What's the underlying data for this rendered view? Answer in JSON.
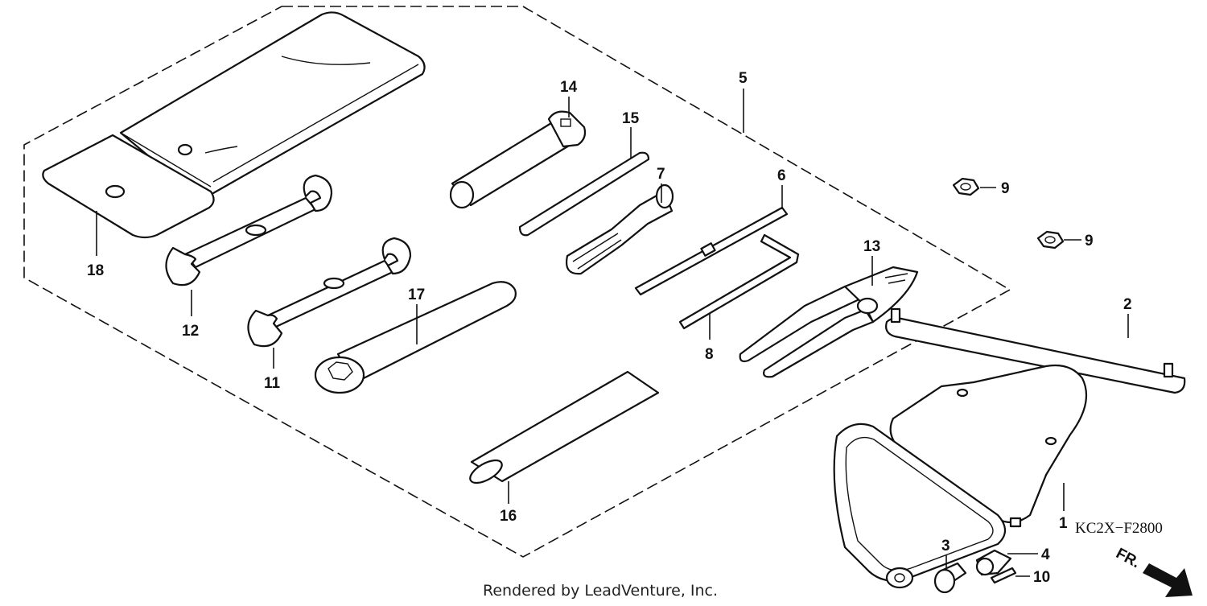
{
  "labels": {
    "p1": "1",
    "p2": "2",
    "p3": "3",
    "p4": "4",
    "p5": "5",
    "p6": "6",
    "p7": "7",
    "p8": "8",
    "p9a": "9",
    "p9b": "9",
    "p10": "10",
    "p11": "11",
    "p12": "12",
    "p13": "13",
    "p14": "14",
    "p15": "15",
    "p16": "16",
    "p17": "17",
    "p18": "18"
  },
  "diagram_code": "KC2X−F2800",
  "direction_marker": "FR.",
  "credit": "Rendered by LeadVenture, Inc."
}
